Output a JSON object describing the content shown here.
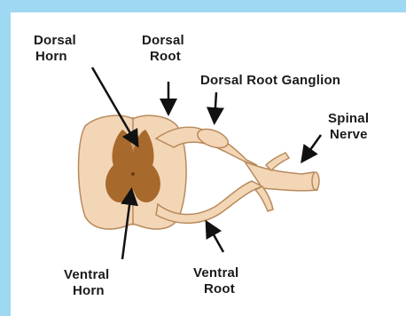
{
  "labels": {
    "dorsal_horn": [
      "Dorsal",
      "Horn"
    ],
    "dorsal_root": [
      "Dorsal",
      "Root"
    ],
    "dorsal_root_ganglion": "Dorsal Root Ganglion",
    "spinal_nerve": [
      "Spinal",
      "Nerve"
    ],
    "ventral_horn": [
      "Ventral",
      "Horn"
    ],
    "ventral_root": [
      "Ventral",
      "Root"
    ]
  },
  "colors": {
    "border": "#9fd8f2",
    "tissue": "#f3d6b6",
    "tissue_outline": "#b88a5c",
    "gray_matter": "#a8692c",
    "arrow": "#111111"
  }
}
